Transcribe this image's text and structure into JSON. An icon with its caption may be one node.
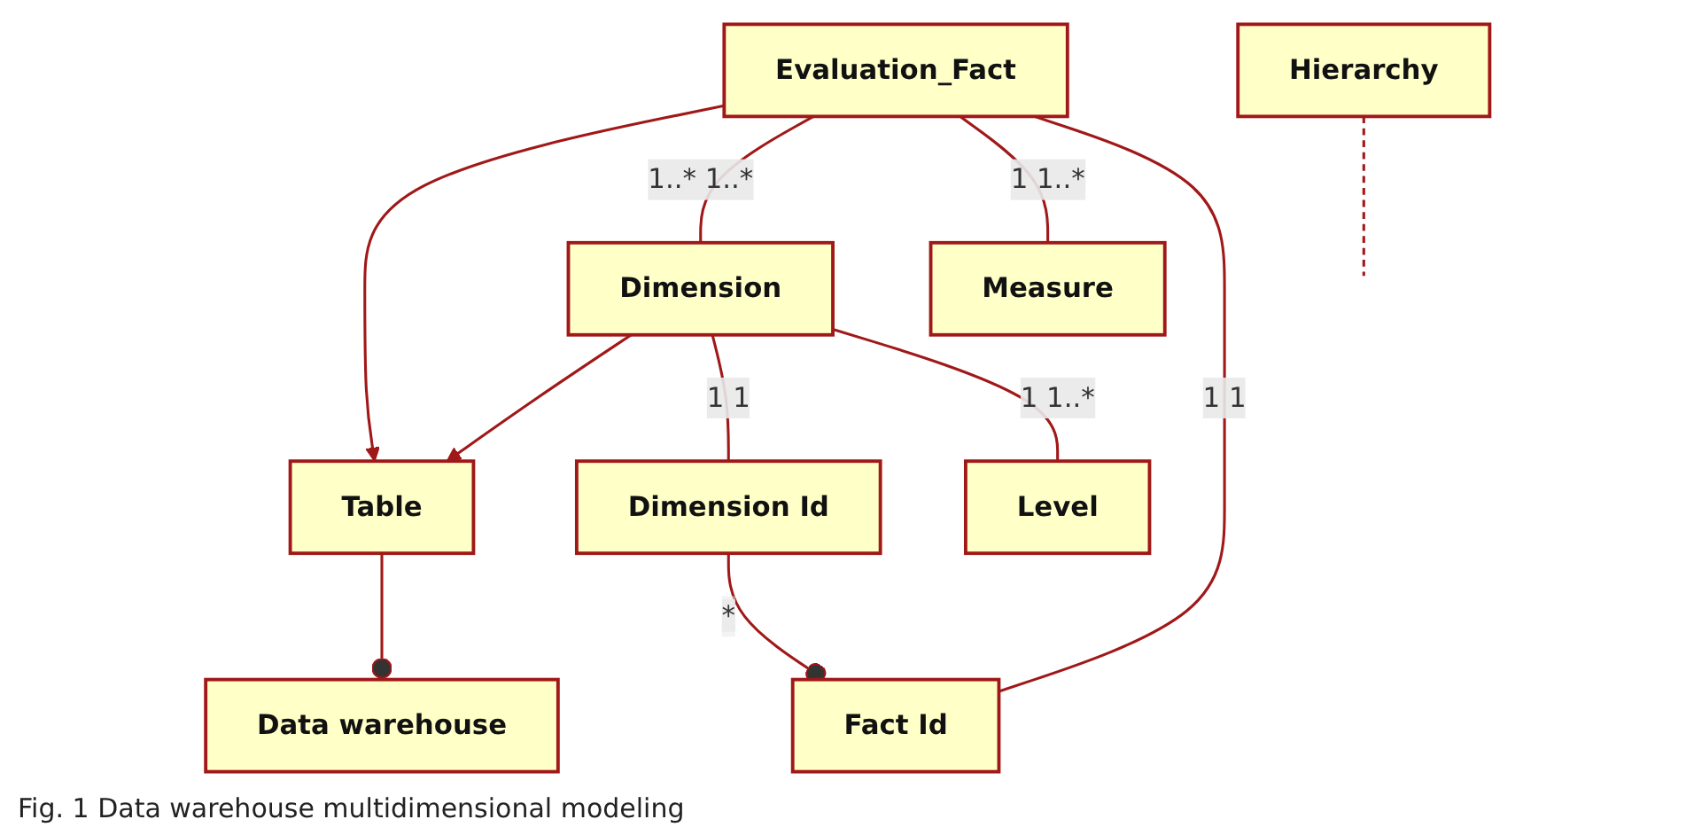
{
  "diagram": {
    "caption": "Fig. 1 Data warehouse multidimensional modeling",
    "nodes": [
      {
        "text": [
          "Data warehouse"
        ]
      },
      {
        "text": [
          "Table"
        ]
      },
      {
        "text": [
          "Evaluation_Fact"
        ]
      },
      {
        "text": [
          "Dimension"
        ]
      },
      {
        "text": [
          "Hierarchy"
        ]
      },
      {
        "text": [
          "Measure"
        ]
      },
      {
        "text": [
          "Fact Id"
        ]
      },
      {
        "text": [
          "Dimension Id"
        ]
      },
      {
        "text": [
          "Level"
        ]
      }
    ],
    "edges": [
      {
        "from": 0,
        "to": 1,
        "arrow": "other"
      },
      {
        "from": 2,
        "to": 1,
        "arrow": "to"
      },
      {
        "from": 3,
        "to": 1,
        "arrow": "to"
      },
      {
        "from": 2,
        "to": 3,
        "arrow": "none",
        "label": "1..* 1..*"
      },
      {
        "from": 2,
        "to": 5,
        "arrow": "none",
        "label": "1 1..*"
      },
      {
        "from": 2,
        "to": 6,
        "arrow": "none",
        "label": "1 1"
      },
      {
        "from": 3,
        "to": 7,
        "arrow": "none",
        "label": "1 1"
      },
      {
        "from": 3,
        "to": 8,
        "arrow": "none",
        "label": "1 1..*"
      },
      {
        "from": 4,
        "to": null,
        "arrow": "none",
        "style": "dashed"
      },
      {
        "from": 6,
        "to": 7,
        "arrow": "other",
        "label": "*"
      }
    ]
  }
}
